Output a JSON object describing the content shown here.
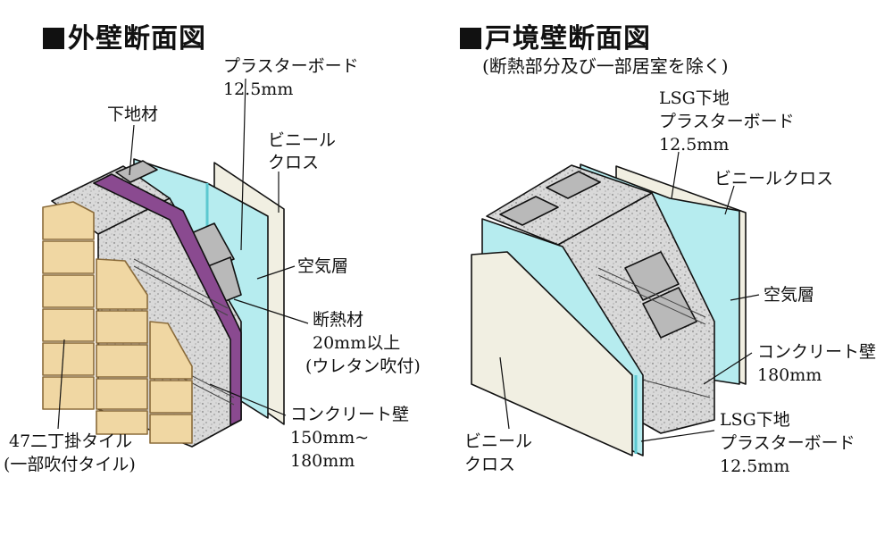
{
  "left_diagram": {
    "title": "外壁断面図",
    "labels": {
      "plasterboard": "プラスターボード",
      "plasterboard_thickness": "12.5mm",
      "base_material": "下地材",
      "vinyl_cloth_1": "ビニール",
      "vinyl_cloth_2": "クロス",
      "air_layer": "空気層",
      "insulation": "断熱材",
      "insulation_thickness": "20mm以上",
      "insulation_note": "(ウレタン吹付)",
      "concrete_wall": "コンクリート壁",
      "concrete_thickness_1": "150mm~",
      "concrete_thickness_2": "180mm",
      "tile_1": "47二丁掛タイル",
      "tile_2": "(一部吹付タイル)"
    }
  },
  "right_diagram": {
    "title": "戸境壁断面図",
    "subtitle": "(断熱部分及び一部居室を除く)",
    "labels": {
      "lsg_top_1": "LSG下地",
      "lsg_top_2": "プラスターボード",
      "lsg_top_3": "12.5mm",
      "vinyl_cloth_right": "ビニールクロス",
      "air_layer": "空気層",
      "concrete_wall": "コンクリート壁",
      "concrete_thickness": "180mm",
      "vinyl_cloth_left_1": "ビニール",
      "vinyl_cloth_left_2": "クロス",
      "lsg_bottom_1": "LSG下地",
      "lsg_bottom_2": "プラスターボード",
      "lsg_bottom_3": "12.5mm"
    }
  },
  "colors": {
    "tile": "#f0d7a3",
    "tile_edge": "#8a6b3a",
    "concrete": "#d6d6d6",
    "concrete_block": "#b9b9b9",
    "insulation": "#8a4a90",
    "board_cyan": "#b6ecef",
    "board_edge": "#5cc8d0",
    "cloth": "#f1efe2",
    "line": "#111111"
  }
}
